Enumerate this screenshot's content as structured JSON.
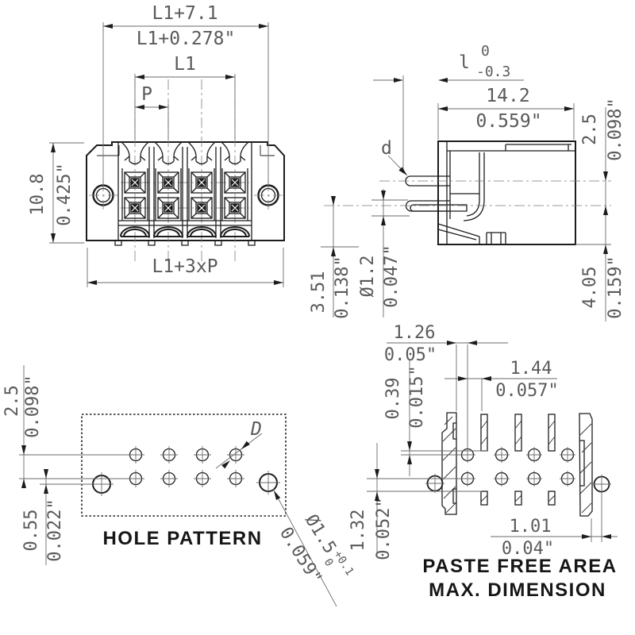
{
  "front_view": {
    "dim_overall_mm": "L1+7.1",
    "dim_overall_in": "L1+0.278\"",
    "dim_l1": "L1",
    "dim_pitch": "P",
    "dim_height_mm": "10.8",
    "dim_height_in": "0.425\"",
    "dim_total": "L1+3xP"
  },
  "side_view": {
    "dim_pin_len_label": "l",
    "dim_pin_len_tol_upper": "0",
    "dim_pin_len_tol_lower": "-0.3",
    "dim_depth_mm": "14.2",
    "dim_depth_in": "0.559\"",
    "dim_row_spacing_mm": "2.5",
    "dim_row_spacing_in": "0.098\"",
    "label_pin_dia": "d",
    "dim_pin_dia_mm": "Ø1.2",
    "dim_pin_dia_in": "0.047\"",
    "dim_pin_depth_mm": "3.51",
    "dim_pin_depth_in": "0.138\"",
    "dim_bottom_mm": "4.05",
    "dim_bottom_in": "0.159\""
  },
  "hole_pattern": {
    "title": "HOLE PATTERN",
    "dim_row_spacing_mm": "2.5",
    "dim_row_spacing_in": "0.098\"",
    "dim_offset_mm": "0.55",
    "dim_offset_in": "0.022\"",
    "label_hole_dia": "D",
    "dim_hole_dia_mm": "Ø1.5",
    "dim_hole_dia_tol_upper": "+0.1",
    "dim_hole_dia_tol_lower": "0",
    "dim_hole_dia_in": "0.059\""
  },
  "paste_free_area": {
    "title_line1": "PASTE FREE AREA",
    "title_line2": "MAX. DIMENSION",
    "dim_pad_gap_mm": "1.26",
    "dim_pad_gap_in": "0.05\"",
    "dim_pad_gap2_mm": "1.44",
    "dim_pad_gap2_in": "0.057\"",
    "dim_top_gap_mm": "0.39",
    "dim_top_gap_in": "0.015\"",
    "dim_bottom_gap_mm": "1.32",
    "dim_bottom_gap_in": "0.052\"",
    "dim_side_gap_mm": "1.01",
    "dim_side_gap_in": "0.04\""
  }
}
